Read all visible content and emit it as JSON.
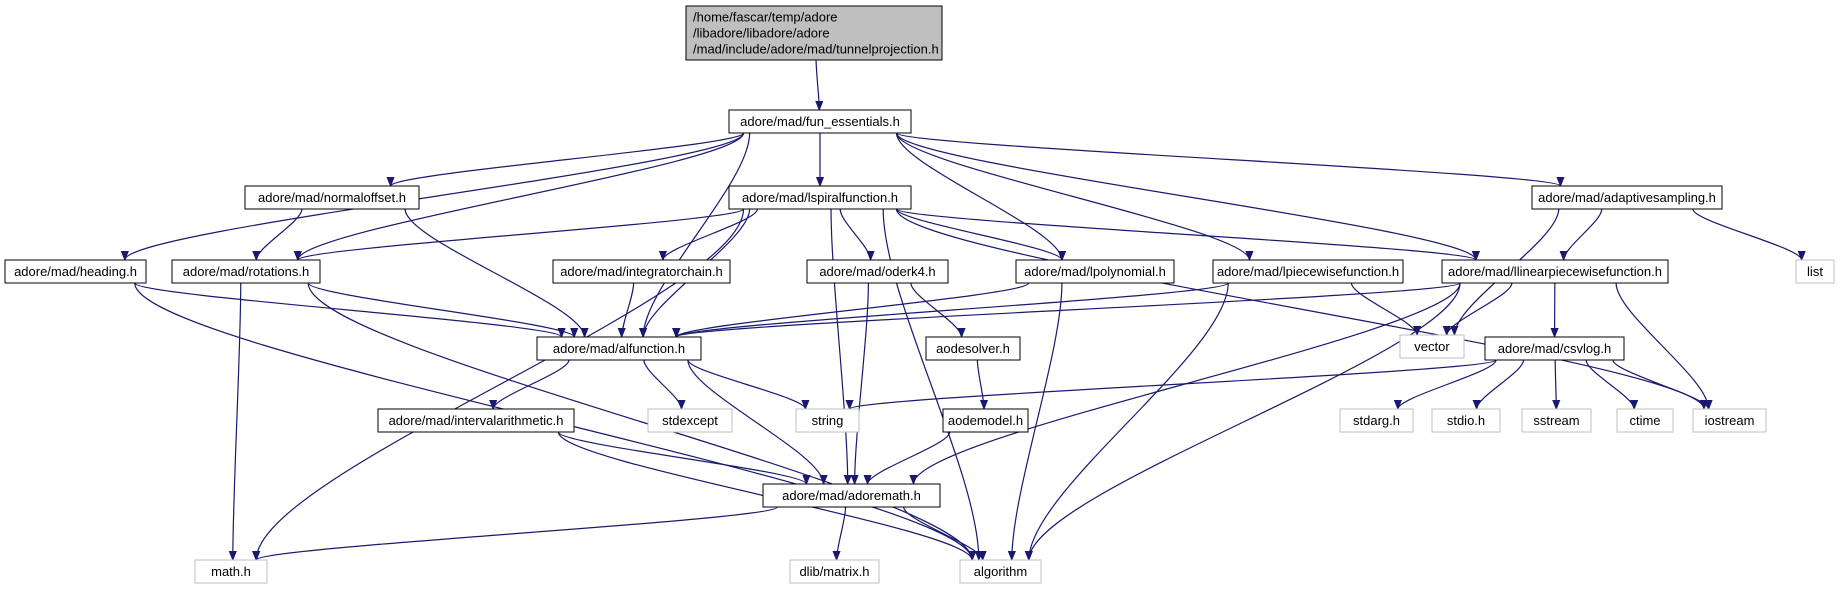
{
  "colors": {
    "edge": "#191970",
    "root_fill": "#bfbfbf",
    "box_stroke": "#000000",
    "external_stroke": "#bfbfbf",
    "background": "#ffffff"
  },
  "nodes": [
    {
      "id": "root",
      "kind": "root",
      "lines": [
        "/home/fascar/temp/adore",
        "/libadore/libadore/adore",
        "/mad/include/adore/mad/tunnelprojection.h"
      ]
    },
    {
      "id": "fun_essentials",
      "kind": "header",
      "lines": [
        "adore/mad/fun_essentials.h"
      ]
    },
    {
      "id": "normaloffset",
      "kind": "header",
      "lines": [
        "adore/mad/normaloffset.h"
      ]
    },
    {
      "id": "lspiralfunction",
      "kind": "header",
      "lines": [
        "adore/mad/lspiralfunction.h"
      ]
    },
    {
      "id": "adaptivesampling",
      "kind": "header",
      "lines": [
        "adore/mad/adaptivesampling.h"
      ]
    },
    {
      "id": "heading",
      "kind": "header",
      "lines": [
        "adore/mad/heading.h"
      ]
    },
    {
      "id": "rotations",
      "kind": "header",
      "lines": [
        "adore/mad/rotations.h"
      ]
    },
    {
      "id": "integratorchain",
      "kind": "header",
      "lines": [
        "adore/mad/integratorchain.h"
      ]
    },
    {
      "id": "oderk4",
      "kind": "header",
      "lines": [
        "adore/mad/oderk4.h"
      ]
    },
    {
      "id": "lpolynomial",
      "kind": "header",
      "lines": [
        "adore/mad/lpolynomial.h"
      ]
    },
    {
      "id": "lpiecewisefunction",
      "kind": "header",
      "lines": [
        "adore/mad/lpiecewisefunction.h"
      ]
    },
    {
      "id": "llinearpiecewisefunction",
      "kind": "header",
      "lines": [
        "adore/mad/llinearpiecewisefunction.h"
      ]
    },
    {
      "id": "list",
      "kind": "external",
      "lines": [
        "list"
      ]
    },
    {
      "id": "alfunction",
      "kind": "header",
      "lines": [
        "adore/mad/alfunction.h"
      ]
    },
    {
      "id": "vector",
      "kind": "external",
      "lines": [
        "vector"
      ]
    },
    {
      "id": "csvlog",
      "kind": "header",
      "lines": [
        "adore/mad/csvlog.h"
      ]
    },
    {
      "id": "aodesolver",
      "kind": "header",
      "lines": [
        "aodesolver.h"
      ]
    },
    {
      "id": "intervalarithmetic",
      "kind": "header",
      "lines": [
        "adore/mad/intervalarithmetic.h"
      ]
    },
    {
      "id": "stdexcept",
      "kind": "external",
      "lines": [
        "stdexcept"
      ]
    },
    {
      "id": "string",
      "kind": "external",
      "lines": [
        "string"
      ]
    },
    {
      "id": "aodemodel",
      "kind": "header",
      "lines": [
        "aodemodel.h"
      ]
    },
    {
      "id": "stdarg",
      "kind": "external",
      "lines": [
        "stdarg.h"
      ]
    },
    {
      "id": "stdio",
      "kind": "external",
      "lines": [
        "stdio.h"
      ]
    },
    {
      "id": "sstream",
      "kind": "external",
      "lines": [
        "sstream"
      ]
    },
    {
      "id": "ctime",
      "kind": "external",
      "lines": [
        "ctime"
      ]
    },
    {
      "id": "iostream",
      "kind": "external",
      "lines": [
        "iostream"
      ]
    },
    {
      "id": "adoremath",
      "kind": "header",
      "lines": [
        "adore/mad/adoremath.h"
      ]
    },
    {
      "id": "mathh",
      "kind": "external",
      "lines": [
        "math.h"
      ]
    },
    {
      "id": "dlibmatrix",
      "kind": "external",
      "lines": [
        "dlib/matrix.h"
      ]
    },
    {
      "id": "algorithm",
      "kind": "external",
      "lines": [
        "algorithm"
      ]
    }
  ],
  "edges": [
    {
      "from": "root",
      "to": "fun_essentials"
    },
    {
      "from": "fun_essentials",
      "to": "normaloffset"
    },
    {
      "from": "fun_essentials",
      "to": "lspiralfunction"
    },
    {
      "from": "fun_essentials",
      "to": "adaptivesampling"
    },
    {
      "from": "fun_essentials",
      "to": "heading"
    },
    {
      "from": "fun_essentials",
      "to": "rotations"
    },
    {
      "from": "fun_essentials",
      "to": "alfunction"
    },
    {
      "from": "fun_essentials",
      "to": "lpolynomial"
    },
    {
      "from": "fun_essentials",
      "to": "lpiecewisefunction"
    },
    {
      "from": "fun_essentials",
      "to": "llinearpiecewisefunction"
    },
    {
      "from": "normaloffset",
      "to": "rotations"
    },
    {
      "from": "normaloffset",
      "to": "alfunction"
    },
    {
      "from": "lspiralfunction",
      "to": "rotations"
    },
    {
      "from": "lspiralfunction",
      "to": "integratorchain"
    },
    {
      "from": "lspiralfunction",
      "to": "oderk4"
    },
    {
      "from": "lspiralfunction",
      "to": "lpolynomial"
    },
    {
      "from": "lspiralfunction",
      "to": "llinearpiecewisefunction"
    },
    {
      "from": "lspiralfunction",
      "to": "alfunction"
    },
    {
      "from": "lspiralfunction",
      "to": "mathh"
    },
    {
      "from": "lspiralfunction",
      "to": "adoremath"
    },
    {
      "from": "lspiralfunction",
      "to": "algorithm"
    },
    {
      "from": "lspiralfunction",
      "to": "iostream"
    },
    {
      "from": "adaptivesampling",
      "to": "llinearpiecewisefunction"
    },
    {
      "from": "adaptivesampling",
      "to": "list"
    },
    {
      "from": "adaptivesampling",
      "to": "vector"
    },
    {
      "from": "heading",
      "to": "alfunction"
    },
    {
      "from": "heading",
      "to": "algorithm"
    },
    {
      "from": "rotations",
      "to": "alfunction"
    },
    {
      "from": "rotations",
      "to": "mathh"
    },
    {
      "from": "rotations",
      "to": "algorithm"
    },
    {
      "from": "integratorchain",
      "to": "alfunction"
    },
    {
      "from": "oderk4",
      "to": "aodesolver"
    },
    {
      "from": "oderk4",
      "to": "adoremath"
    },
    {
      "from": "lpolynomial",
      "to": "alfunction"
    },
    {
      "from": "lpolynomial",
      "to": "algorithm"
    },
    {
      "from": "lpiecewisefunction",
      "to": "alfunction"
    },
    {
      "from": "lpiecewisefunction",
      "to": "vector"
    },
    {
      "from": "lpiecewisefunction",
      "to": "algorithm"
    },
    {
      "from": "llinearpiecewisefunction",
      "to": "alfunction"
    },
    {
      "from": "llinearpiecewisefunction",
      "to": "vector"
    },
    {
      "from": "llinearpiecewisefunction",
      "to": "csvlog"
    },
    {
      "from": "llinearpiecewisefunction",
      "to": "iostream"
    },
    {
      "from": "llinearpiecewisefunction",
      "to": "adoremath"
    },
    {
      "from": "llinearpiecewisefunction",
      "to": "algorithm"
    },
    {
      "from": "alfunction",
      "to": "intervalarithmetic"
    },
    {
      "from": "alfunction",
      "to": "stdexcept"
    },
    {
      "from": "alfunction",
      "to": "string"
    },
    {
      "from": "alfunction",
      "to": "adoremath"
    },
    {
      "from": "csvlog",
      "to": "string"
    },
    {
      "from": "csvlog",
      "to": "stdarg"
    },
    {
      "from": "csvlog",
      "to": "stdio"
    },
    {
      "from": "csvlog",
      "to": "sstream"
    },
    {
      "from": "csvlog",
      "to": "ctime"
    },
    {
      "from": "csvlog",
      "to": "iostream"
    },
    {
      "from": "aodesolver",
      "to": "aodemodel"
    },
    {
      "from": "aodemodel",
      "to": "adoremath"
    },
    {
      "from": "intervalarithmetic",
      "to": "adoremath"
    },
    {
      "from": "intervalarithmetic",
      "to": "algorithm"
    },
    {
      "from": "adoremath",
      "to": "mathh"
    },
    {
      "from": "adoremath",
      "to": "dlibmatrix"
    },
    {
      "from": "adoremath",
      "to": "algorithm"
    }
  ]
}
